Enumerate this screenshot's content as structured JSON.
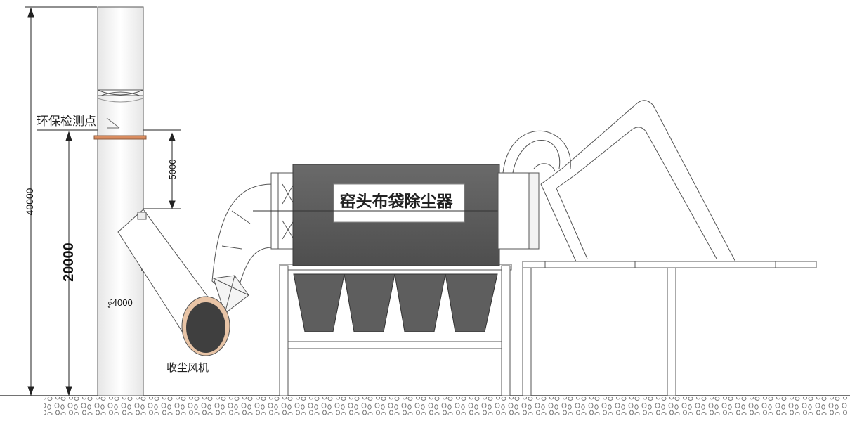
{
  "diagram": {
    "title": "窑头布袋除尘器",
    "labels": {
      "monitoring_point": "环保检测点",
      "fan": "收尘风机",
      "stack_diameter": "∮4000"
    },
    "dimensions": {
      "total_height": "40000",
      "monitor_height": "20000",
      "offset": "5000"
    },
    "colors": {
      "dust_collector": "#5b5b5b",
      "hopper": "#5e5e5e",
      "platform_ring": "#d98c5f",
      "fan_ring": "#e8c4a6",
      "fan_core": "#3f3f3f"
    }
  }
}
